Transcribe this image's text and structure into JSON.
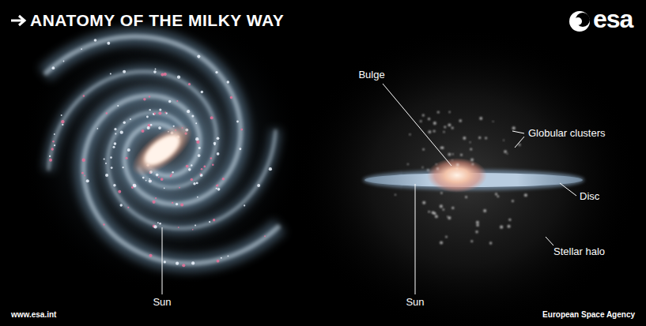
{
  "diagram": {
    "title": "ANATOMY OF THE MILKY WAY",
    "labels": [
      "esa",
      "Sun",
      "Bulge",
      "Globular clusters",
      "Disc",
      "Stellar halo",
      "Sun",
      "www.esa.int",
      "European Space Agency"
    ]
  }
}
